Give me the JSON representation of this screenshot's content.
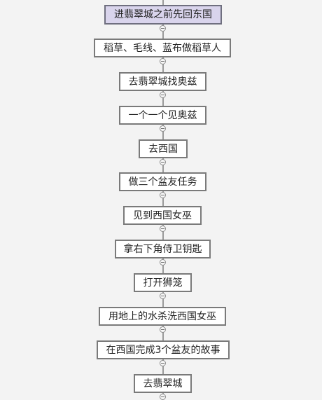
{
  "steps": [
    {
      "label": "进翡翠城之前先回东国",
      "highlight": true
    },
    {
      "label": "稻草、毛线、蓝布做稻草人"
    },
    {
      "label": "去翡翠城找奥兹"
    },
    {
      "label": "一个一个见奥兹"
    },
    {
      "label": "去西国"
    },
    {
      "label": "做三个盆友任务"
    },
    {
      "label": "见到西国女巫"
    },
    {
      "label": "拿右下角侍卫钥匙"
    },
    {
      "label": "打开狮笼"
    },
    {
      "label": "用地上的水杀洗西国女巫"
    },
    {
      "label": "在西国完成3个盆友的故事"
    },
    {
      "label": "去翡翠城"
    }
  ],
  "colors": {
    "box_border": "#7a7a7a",
    "highlight_fill": "#d9d4ec",
    "connector": "#9a9a9a"
  }
}
